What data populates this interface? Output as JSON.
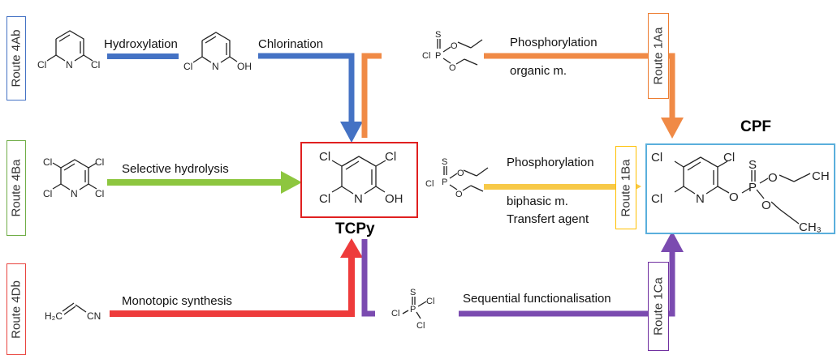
{
  "routes": {
    "r4ab": {
      "label": "Route 4Ab",
      "color": "#4472c4"
    },
    "r4ba": {
      "label": "Route 4Ba",
      "color": "#70ad47"
    },
    "r4db": {
      "label": "Route 4Db",
      "color": "#e9443e"
    },
    "r1aa": {
      "label": "Route 1Aa",
      "color": "#ed7d31"
    },
    "r1ba": {
      "label": "Route 1Ba",
      "color": "#ffc000"
    },
    "r1ca": {
      "label": "Route 1Ca",
      "color": "#7030a0"
    }
  },
  "steps": {
    "hydroxylation": "Hydroxylation",
    "chlorination": "Chlorination",
    "selective_hydrolysis": "Selective hydrolysis",
    "monotopic_synthesis": "Monotopic synthesis",
    "phosphorylation_1": "Phosphorylation",
    "organic_medium": "organic m.",
    "phosphorylation_2": "Phosphorylation",
    "biphasic_medium": "biphasic m.",
    "transfer_agent": "Transfert agent",
    "sequential_functionalisation": "Sequential functionalisation"
  },
  "products": {
    "intermediate": "TCPy",
    "final": "CPF"
  },
  "atoms": {
    "cl": "Cl",
    "n": "N",
    "oh": "OH",
    "o": "O",
    "s": "S",
    "p": "P",
    "cn": "CN",
    "h2c": "H₂C",
    "ch3": "CH₃",
    "ch3_partial": "CH"
  },
  "arrow_colors": {
    "blue": "#4472c4",
    "green": "#8dc63f",
    "red": "#ee3b3b",
    "orange": "#f08a46",
    "yellow": "#f7c948",
    "purple": "#7b4bb0",
    "tcpy_frame": "#e02020",
    "cpf_frame": "#5aafdc"
  }
}
